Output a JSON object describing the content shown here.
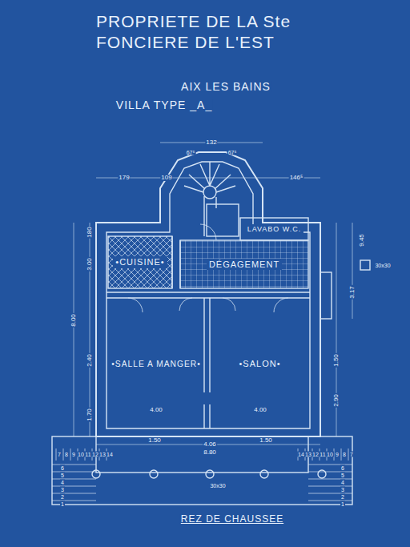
{
  "diagram": {
    "title": "PROPRIETE DE LA Ste FONCIERE DE L'EST",
    "caption": "REZ DE CHAUSSEE",
    "nodes": [
      {
        "text": [
          "•CUISINE•"
        ]
      },
      {
        "text": [
          "DÉGAGEMENT"
        ]
      },
      {
        "text": [
          "LAVABO W.C."
        ]
      },
      {
        "text": [
          "•SALLE A MANGER•"
        ]
      },
      {
        "text": [
          "•SALON•"
        ]
      }
    ],
    "edges": [],
    "labels": [
      "AIX LES BAINS",
      "VILLA TYPE _A_",
      "132",
      "67⁵",
      "67⁵",
      "179",
      "109",
      "146⁵",
      "180",
      "3.00",
      "8.00",
      "2.40",
      "1.70",
      "9.45",
      "3.17",
      "1.50",
      "2.90",
      "30x30",
      "4.00",
      "4.00",
      "1.50",
      "4.06",
      "8.80",
      "1.50",
      "30x30",
      "7",
      "8",
      "9",
      "10",
      "11",
      "12",
      "13",
      "14",
      "14",
      "13",
      "12",
      "11",
      "10",
      "9",
      "8",
      "7",
      "6",
      "5",
      "4",
      "3",
      "2",
      "1",
      "6",
      "5",
      "4",
      "3",
      "2",
      "1"
    ]
  }
}
